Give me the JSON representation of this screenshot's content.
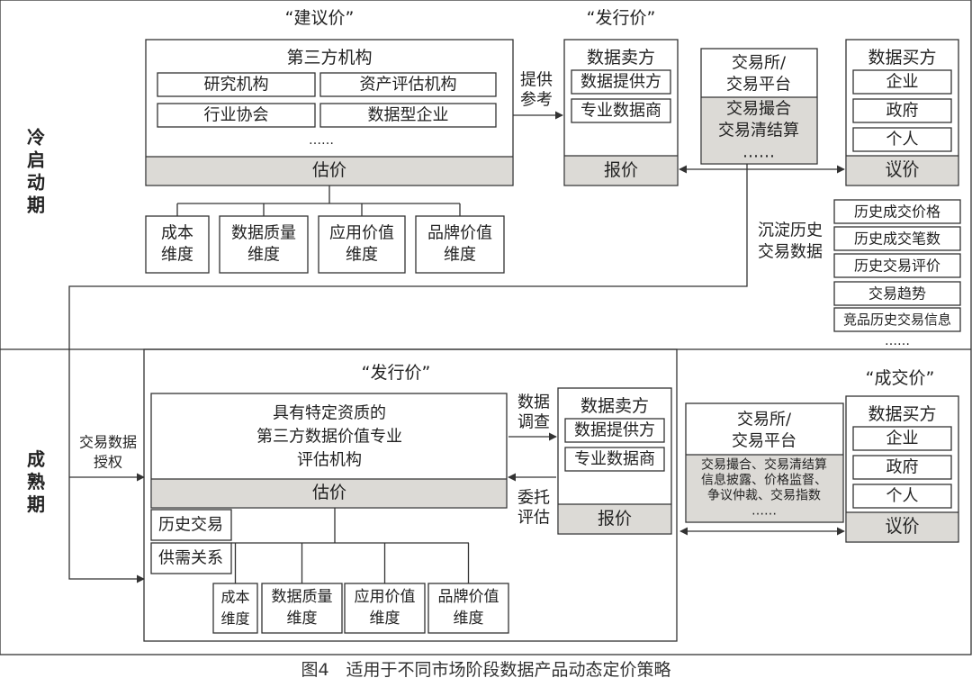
{
  "stages": {
    "cold_start": "冷启动期",
    "mature": "成熟期"
  },
  "cold": {
    "suggested_price_title": "“建议价”",
    "issue_price_title": "“发行价”",
    "third_party": {
      "title": "第三方机构",
      "items": [
        "研究机构",
        "资产评估机构",
        "行业协会",
        "数据型企业"
      ],
      "more": "……",
      "estimate": "估价"
    },
    "dims": [
      "成本维度",
      "数据质量维度",
      "应用价值维度",
      "品牌价值维度"
    ],
    "provide_ref": "提供参考",
    "seller": {
      "title": "数据卖方",
      "items": [
        "数据提供方",
        "专业数据商"
      ],
      "quote": "报价"
    },
    "exchange": {
      "title": "交易所/交易平台",
      "content": [
        "交易撮合",
        "交易清结算",
        "……"
      ]
    },
    "buyer": {
      "title": "数据买方",
      "items": [
        "企业",
        "政府",
        "个人"
      ],
      "more": "……",
      "negotiate": "议价"
    },
    "settle_label": "沉淀历史交易数据",
    "history": [
      "历史成交价格",
      "历史成交笔数",
      "历史交易评价",
      "交易趋势",
      "竞品历史交易信息"
    ],
    "history_more": "……"
  },
  "mature": {
    "issue_price_title": "“发行价”",
    "deal_price_title": "“成交价”",
    "authorize": "交易数据授权",
    "evaluator": {
      "title": "具有特定资质的第三方数据价值专业评估机构",
      "estimate": "估价"
    },
    "inputs": [
      "历史交易",
      "供需关系"
    ],
    "dims": [
      "成本维度",
      "数据质量维度",
      "应用价值维度",
      "品牌价值维度"
    ],
    "survey": "数据调查",
    "entrust": "委托评估",
    "seller": {
      "title": "数据卖方",
      "items": [
        "数据提供方",
        "专业数据商"
      ],
      "quote": "报价"
    },
    "exchange": {
      "title": "交易所/交易平台",
      "content": [
        "交易撮合、交易清结算",
        "信息披露、价格监督、",
        "争议仲裁、交易指数",
        "……"
      ]
    },
    "buyer": {
      "title": "数据买方",
      "items": [
        "企业",
        "政府",
        "个人"
      ],
      "more": "……",
      "negotiate": "议价"
    }
  },
  "caption": "图4　适用于不同市场阶段数据产品动态定价策略"
}
